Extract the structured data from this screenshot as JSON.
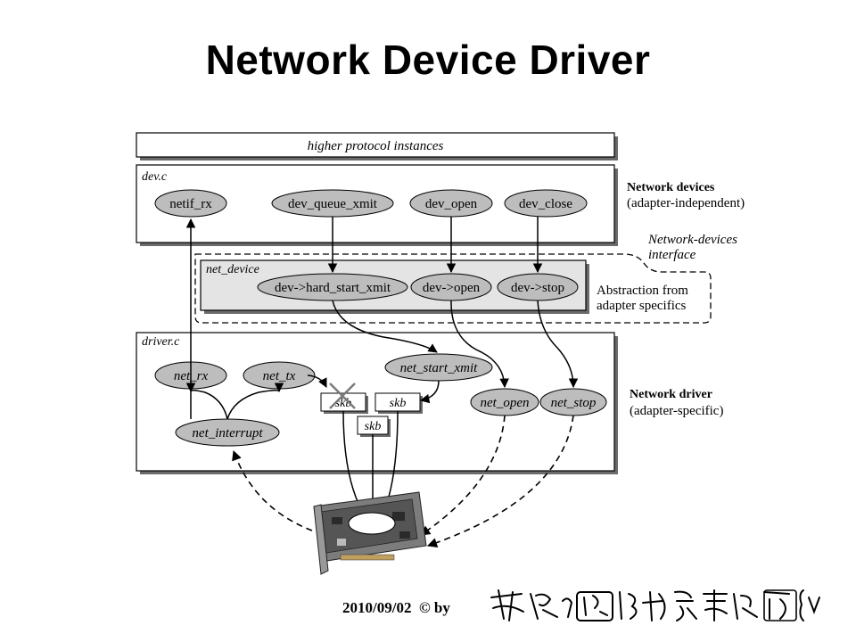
{
  "title": "Network Device Driver",
  "diagram": {
    "higher": "higher protocol instances",
    "devc": "dev.c",
    "netdev_section": "net_device",
    "driverc": "driver.c",
    "nodes": {
      "netif_rx": "netif_rx",
      "dev_queue_xmit": "dev_queue_xmit",
      "dev_open": "dev_open",
      "dev_close": "dev_close",
      "hard_start_xmit": "dev->hard_start_xmit",
      "dev_open_ptr": "dev->open",
      "dev_stop_ptr": "dev->stop",
      "net_rx": "net_rx",
      "net_tx": "net_tx",
      "net_start_xmit": "net_start_xmit",
      "net_open": "net_open",
      "net_stop": "net_stop",
      "net_interrupt": "net_interrupt",
      "skb": "skb"
    },
    "labels": {
      "network_devices": "Network devices",
      "adapter_independent": "(adapter-independent)",
      "nd_interface_1": "Network-devices",
      "nd_interface_2": "interface",
      "abstraction_1": "Abstraction from",
      "abstraction_2": "adapter specifics",
      "network_driver": "Network driver",
      "adapter_specific": "(adapter-specific)"
    }
  },
  "footer": {
    "date": "2010/09/02",
    "by": "© by"
  },
  "colors": {
    "ellipse_fill": "#bdbdbd",
    "box_shadow": "#6b6b6b",
    "net_device_fill": "#e4e4e4"
  }
}
